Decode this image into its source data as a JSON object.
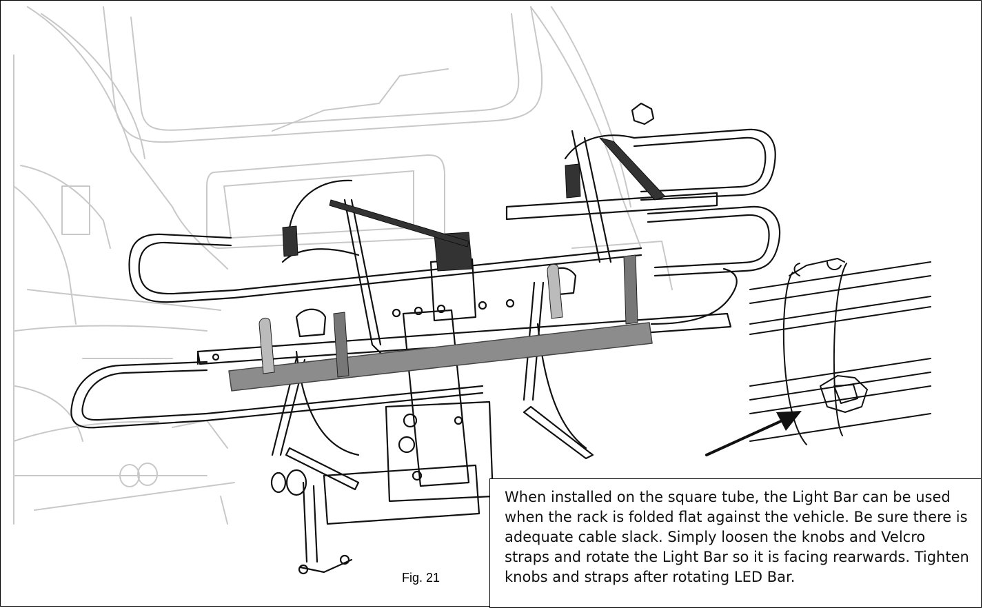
{
  "document": {
    "figure_label": "Fig. 21",
    "caption": "When installed on the square tube, the Light Bar can be used when the rack is folded flat against the vehicle. Be sure there is adequate cable slack.  Simply loosen the knobs and Velcro straps and rotate the Light Bar so it is facing rearwards. Tighten knobs and straps after rotating LED Bar."
  },
  "colors": {
    "vehicle_outline": "#c8c8c8",
    "rack_outline": "#111111",
    "light_bar": "#8c8c8c",
    "strap": "#333333"
  },
  "icons": [
    "bike-rack-illustration",
    "light-bar-clamp-detail",
    "pointer-arrow"
  ]
}
